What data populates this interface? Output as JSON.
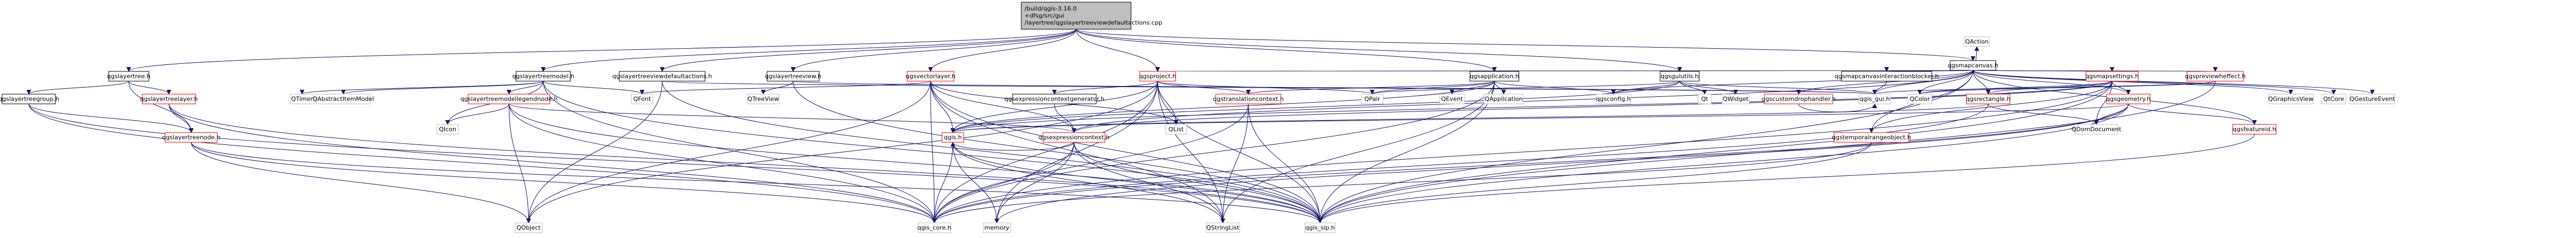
{
  "graph": {
    "colors": {
      "edge": "#191970",
      "root_fill": "#bfbfbf",
      "root_stroke": "#000000",
      "node_fill": "#ffffff",
      "node_stroke": "#000000",
      "link_stroke": "#ff0000",
      "ext_stroke": "#bfbfbf"
    },
    "nodes": [
      {
        "id": "root",
        "kind": "root",
        "lines": [
          "/build/qgis-3.16.0",
          "+dfsg/src/gui",
          "/layertree/qgslayertreeviewdefaultactions.cpp"
        ]
      },
      {
        "id": "qgslayertree_h",
        "kind": "normal",
        "lines": [
          "qgslayertree.h"
        ]
      },
      {
        "id": "qgslayertreegroup_h",
        "kind": "normal",
        "lines": [
          "qgslayertreegroup.h"
        ]
      },
      {
        "id": "qgslayertreelayer_h",
        "kind": "link",
        "lines": [
          "qgslayertreelayer.h"
        ]
      },
      {
        "id": "qgslayertreenode_h",
        "kind": "link",
        "lines": [
          "qgslayertreenode.h"
        ]
      },
      {
        "id": "qgslayertreemodel_h",
        "kind": "normal",
        "lines": [
          "qgslayertreemodel.h"
        ]
      },
      {
        "id": "QTimer",
        "kind": "ext",
        "lines": [
          "QTimer"
        ]
      },
      {
        "id": "QAbstractItemModel",
        "kind": "ext",
        "lines": [
          "QAbstractItemModel"
        ]
      },
      {
        "id": "qgslayertreemodellegendnode_h",
        "kind": "link",
        "lines": [
          "qgslayertreemodellegendnode.h"
        ]
      },
      {
        "id": "QIcon",
        "kind": "ext",
        "lines": [
          "QIcon"
        ]
      },
      {
        "id": "QObject",
        "kind": "ext",
        "lines": [
          "QObject"
        ]
      },
      {
        "id": "qgslayertreeviewdefaultactions_h",
        "kind": "normal",
        "lines": [
          "qgslayertreeviewdefaultactions.h"
        ]
      },
      {
        "id": "qgslayertreeview_h",
        "kind": "normal",
        "lines": [
          "qgslayertreeview.h"
        ]
      },
      {
        "id": "QTreeView",
        "kind": "ext",
        "lines": [
          "QTreeView"
        ]
      },
      {
        "id": "qgsvectorlayer_h",
        "kind": "link",
        "lines": [
          "qgsvectorlayer.h"
        ]
      },
      {
        "id": "QFont",
        "kind": "ext",
        "lines": [
          "QFont"
        ]
      },
      {
        "id": "qgsproject_h",
        "kind": "link",
        "lines": [
          "qgsproject.h"
        ]
      },
      {
        "id": "qgsexpressioncontextgenerator_h",
        "kind": "normal",
        "lines": [
          "qgsexpressioncontextgenerator.h"
        ]
      },
      {
        "id": "qgstranslationcontext_h",
        "kind": "link",
        "lines": [
          "qgstranslationcontext.h"
        ]
      },
      {
        "id": "QList",
        "kind": "ext",
        "lines": [
          "QList"
        ]
      },
      {
        "id": "qgsexpressioncontext_h",
        "kind": "link",
        "lines": [
          "qgsexpressioncontext.h"
        ]
      },
      {
        "id": "qgis_h",
        "kind": "link",
        "lines": [
          "qgis.h"
        ]
      },
      {
        "id": "memory",
        "kind": "ext",
        "lines": [
          "memory"
        ]
      },
      {
        "id": "qgis_core_h",
        "kind": "ext",
        "lines": [
          "qgis_core.h"
        ]
      },
      {
        "id": "QStringList",
        "kind": "ext",
        "lines": [
          "QStringList"
        ]
      },
      {
        "id": "qgis_sip_h",
        "kind": "ext",
        "lines": [
          "qgis_sip.h"
        ]
      },
      {
        "id": "qgsapplication_h",
        "kind": "normal",
        "lines": [
          "qgsapplication.h"
        ]
      },
      {
        "id": "QPair",
        "kind": "ext",
        "lines": [
          "QPair"
        ]
      },
      {
        "id": "QEvent",
        "kind": "ext",
        "lines": [
          "QEvent"
        ]
      },
      {
        "id": "QApplication",
        "kind": "ext",
        "lines": [
          "QApplication"
        ]
      },
      {
        "id": "qgsconfig_h",
        "kind": "ext",
        "lines": [
          "qgsconfig.h"
        ]
      },
      {
        "id": "qgsguiutils_h",
        "kind": "normal",
        "lines": [
          "qgsguiutils.h"
        ]
      },
      {
        "id": "Qt",
        "kind": "ext",
        "lines": [
          "Qt"
        ]
      },
      {
        "id": "QWidget",
        "kind": "ext",
        "lines": [
          "QWidget"
        ]
      },
      {
        "id": "qgis_gui_h",
        "kind": "ext",
        "lines": [
          "qgis_gui.h"
        ]
      },
      {
        "id": "qgsmapcanvas_h",
        "kind": "normal",
        "lines": [
          "qgsmapcanvas.h"
        ]
      },
      {
        "id": "QAction",
        "kind": "ext",
        "lines": [
          "QAction"
        ]
      },
      {
        "id": "qgscustomdrophandler_h",
        "kind": "link",
        "lines": [
          "qgscustomdrophandler.h"
        ]
      },
      {
        "id": "qgsmapcanvasinteractionblocker_h",
        "kind": "normal",
        "lines": [
          "qgsmapcanvasinteractionblocker.h"
        ]
      },
      {
        "id": "qgsmapsettings_h",
        "kind": "link",
        "lines": [
          "qgsmapsettings.h"
        ]
      },
      {
        "id": "qgspreviewheffect_h",
        "kind": "link",
        "lines": [
          "qgspreviewheffect.h"
        ]
      },
      {
        "id": "QColor",
        "kind": "ext",
        "lines": [
          "QColor"
        ]
      },
      {
        "id": "qgsrectangle_h",
        "kind": "link",
        "lines": [
          "qgsrectangle.h"
        ]
      },
      {
        "id": "qgsgeometry_h",
        "kind": "link",
        "lines": [
          "qgsgeometry.h"
        ]
      },
      {
        "id": "QDomDocument",
        "kind": "ext",
        "lines": [
          "QDomDocument"
        ]
      },
      {
        "id": "qgstemporalrangeobject_h",
        "kind": "link",
        "lines": [
          "qgstemporalrangeobject.h"
        ]
      },
      {
        "id": "qgsfeatureid_h",
        "kind": "link",
        "lines": [
          "qgsfeatureid.h"
        ]
      },
      {
        "id": "QGraphicsView",
        "kind": "ext",
        "lines": [
          "QGraphicsView"
        ]
      },
      {
        "id": "QtCore",
        "kind": "ext",
        "lines": [
          "QtCore"
        ]
      },
      {
        "id": "QGestureEvent",
        "kind": "ext",
        "lines": [
          "QGestureEvent"
        ]
      }
    ],
    "edges": [
      [
        "root",
        "qgslayertree_h"
      ],
      [
        "root",
        "qgslayertreemodel_h"
      ],
      [
        "root",
        "qgslayertreeviewdefaultactions_h"
      ],
      [
        "root",
        "qgslayertreeview_h"
      ],
      [
        "root",
        "qgsvectorlayer_h"
      ],
      [
        "root",
        "qgsproject_h"
      ],
      [
        "root",
        "qgsapplication_h"
      ],
      [
        "root",
        "qgsguiutils_h"
      ],
      [
        "root",
        "qgsmapcanvas_h"
      ],
      [
        "qgslayertree_h",
        "qgslayertreegroup_h"
      ],
      [
        "qgslayertree_h",
        "qgslayertreelayer_h"
      ],
      [
        "qgslayertree_h",
        "qgslayertreenode_h"
      ],
      [
        "qgslayertreegroup_h",
        "qgslayertreenode_h"
      ],
      [
        "qgslayertreegroup_h",
        "qgis_core_h"
      ],
      [
        "qgslayertreegroup_h",
        "qgis_sip_h"
      ],
      [
        "qgslayertreelayer_h",
        "qgslayertreenode_h"
      ],
      [
        "qgslayertreelayer_h",
        "qgis_core_h"
      ],
      [
        "qgslayertreelayer_h",
        "qgis_sip_h"
      ],
      [
        "qgslayertreenode_h",
        "QObject"
      ],
      [
        "qgslayertreenode_h",
        "qgis_core_h"
      ],
      [
        "qgslayertreenode_h",
        "qgis_sip_h"
      ],
      [
        "qgslayertreemodel_h",
        "QTimer"
      ],
      [
        "qgslayertreemodel_h",
        "QAbstractItemModel"
      ],
      [
        "qgslayertreemodel_h",
        "qgslayertreemodellegendnode_h"
      ],
      [
        "qgslayertreemodel_h",
        "QFont"
      ],
      [
        "qgslayertreemodel_h",
        "QIcon"
      ],
      [
        "qgslayertreemodel_h",
        "qgis_core_h"
      ],
      [
        "qgslayertreemodel_h",
        "qgis_sip_h"
      ],
      [
        "qgslayertreemodellegendnode_h",
        "QIcon"
      ],
      [
        "qgslayertreemodellegendnode_h",
        "QObject"
      ],
      [
        "qgslayertreemodellegendnode_h",
        "qgis_core_h"
      ],
      [
        "qgslayertreemodellegendnode_h",
        "qgis_sip_h"
      ],
      [
        "qgslayertreemodellegendnode_h",
        "qgsexpressioncontext_h"
      ],
      [
        "qgslayertreeviewdefaultactions_h",
        "QObject"
      ],
      [
        "qgslayertreeviewdefaultactions_h",
        "qgis_gui_h"
      ],
      [
        "qgslayertreeviewdefaultactions_h",
        "qgis_sip_h"
      ],
      [
        "qgslayertreeview_h",
        "QTreeView"
      ],
      [
        "qgslayertreeview_h",
        "qgis_gui_h"
      ],
      [
        "qgslayertreeview_h",
        "qgis_sip_h"
      ],
      [
        "qgsvectorlayer_h",
        "qgis_core_h"
      ],
      [
        "qgsvectorlayer_h",
        "qgis_sip_h"
      ],
      [
        "qgsvectorlayer_h",
        "QFont"
      ],
      [
        "qgsvectorlayer_h",
        "QList"
      ],
      [
        "qgsvectorlayer_h",
        "QObject"
      ],
      [
        "qgsvectorlayer_h",
        "QStringList"
      ],
      [
        "qgsvectorlayer_h",
        "qgis_h"
      ],
      [
        "qgsvectorlayer_h",
        "qgsexpressioncontext_h"
      ],
      [
        "qgsproject_h",
        "memory"
      ],
      [
        "qgsproject_h",
        "QList"
      ],
      [
        "qgsproject_h",
        "QPair"
      ],
      [
        "qgsproject_h",
        "qgis_core_h"
      ],
      [
        "qgsproject_h",
        "QStringList"
      ],
      [
        "qgsproject_h",
        "qgsexpressioncontextgenerator_h"
      ],
      [
        "qgsproject_h",
        "qgstranslationcontext_h"
      ],
      [
        "qgsproject_h",
        "qgis_h"
      ],
      [
        "qgsproject_h",
        "qgis_sip_h"
      ],
      [
        "qgsproject_h",
        "QObject"
      ],
      [
        "qgsexpressioncontextgenerator_h",
        "qgsexpressioncontext_h"
      ],
      [
        "qgstranslationcontext_h",
        "qgis_core_h"
      ],
      [
        "qgstranslationcontext_h",
        "qgis_sip_h"
      ],
      [
        "qgstranslationcontext_h",
        "QStringList"
      ],
      [
        "qgsexpressioncontext_h",
        "qgis_core_h"
      ],
      [
        "qgsexpressioncontext_h",
        "qgis_sip_h"
      ],
      [
        "qgsexpressioncontext_h",
        "QStringList"
      ],
      [
        "qgsexpressioncontext_h",
        "memory"
      ],
      [
        "qgsexpressioncontext_h",
        "qgis_h"
      ],
      [
        "qgis_h",
        "memory"
      ],
      [
        "qgis_h",
        "qgis_core_h"
      ],
      [
        "qgis_h",
        "qgis_sip_h"
      ],
      [
        "qgis_h",
        "QStringList"
      ],
      [
        "qgsapplication_h",
        "QApplication"
      ],
      [
        "qgsapplication_h",
        "QEvent"
      ],
      [
        "qgsapplication_h",
        "QStringList"
      ],
      [
        "qgsapplication_h",
        "qgis_core_h"
      ],
      [
        "qgsapplication_h",
        "qgsconfig_h"
      ],
      [
        "qgsapplication_h",
        "qgstranslationcontext_h"
      ],
      [
        "qgsapplication_h",
        "qgis_h"
      ],
      [
        "qgsapplication_h",
        "QPair"
      ],
      [
        "qgsapplication_h",
        "qgis_sip_h"
      ],
      [
        "qgsguiutils_h",
        "Qt"
      ],
      [
        "qgsguiutils_h",
        "QWidget"
      ],
      [
        "qgsguiutils_h",
        "qgis_gui_h"
      ],
      [
        "qgsguiutils_h",
        "QPair"
      ],
      [
        "qgsguiutils_h",
        "qgsconfig_h"
      ],
      [
        "qgsguiutils_h",
        "qgis_h"
      ],
      [
        "qgsmapcanvas_h",
        "QAction"
      ],
      [
        "qgsmapcanvas_h",
        "qgscustomdrophandler_h"
      ],
      [
        "qgsmapcanvas_h",
        "qgsmapcanvasinteractionblocker_h"
      ],
      [
        "qgsmapcanvas_h",
        "qgsmapsettings_h"
      ],
      [
        "qgsmapcanvas_h",
        "qgspreviewheffect_h"
      ],
      [
        "qgsmapcanvas_h",
        "qgsconfig_h"
      ],
      [
        "qgsmapcanvas_h",
        "qgis_gui_h"
      ],
      [
        "qgsmapcanvas_h",
        "QGraphicsView"
      ],
      [
        "qgsmapcanvas_h",
        "QtCore"
      ],
      [
        "qgsmapcanvas_h",
        "QGestureEvent"
      ],
      [
        "qgsmapcanvas_h",
        "qgsrectangle_h"
      ],
      [
        "qgsmapcanvas_h",
        "qgsgeometry_h"
      ],
      [
        "qgsmapcanvas_h",
        "qgsfeatureid_h"
      ],
      [
        "qgsmapcanvas_h",
        "qgis_sip_h"
      ],
      [
        "qgsmapcanvas_h",
        "qgsexpressioncontext_h"
      ],
      [
        "qgsmapcanvas_h",
        "qgstemporalrangeobject_h"
      ],
      [
        "qgsmapcanvas_h",
        "qgsproject_h"
      ],
      [
        "qgsmapcanvas_h",
        "QColor"
      ],
      [
        "qgscustomdrophandler_h",
        "qgis_gui_h"
      ],
      [
        "qgsmapcanvasinteractionblocker_h",
        "qgis_gui_h"
      ],
      [
        "qgsmapsettings_h",
        "QColor"
      ],
      [
        "qgsmapsettings_h",
        "qgsrectangle_h"
      ],
      [
        "qgsmapsettings_h",
        "qgsgeometry_h"
      ],
      [
        "qgsmapsettings_h",
        "qgis_core_h"
      ],
      [
        "qgsmapsettings_h",
        "qgis_sip_h"
      ],
      [
        "qgsmapsettings_h",
        "QDomDocument"
      ],
      [
        "qgsmapsettings_h",
        "qgstemporalrangeobject_h"
      ],
      [
        "qgsmapsettings_h",
        "qgis_h"
      ],
      [
        "qgsmapsettings_h",
        "qgsexpressioncontext_h"
      ],
      [
        "qgspreviewheffect_h",
        "qgis_gui_h"
      ],
      [
        "qgspreviewheffect_h",
        "qgis_sip_h"
      ],
      [
        "qgspreviewheffect_h",
        "QColor"
      ],
      [
        "qgsrectangle_h",
        "qgis_core_h"
      ],
      [
        "qgsrectangle_h",
        "qgis_h"
      ],
      [
        "qgsrectangle_h",
        "QDomDocument"
      ],
      [
        "qgsgeometry_h",
        "QDomDocument"
      ],
      [
        "qgsgeometry_h",
        "qgis_core_h"
      ],
      [
        "qgsgeometry_h",
        "qgis_sip_h"
      ],
      [
        "qgsgeometry_h",
        "qgis_h"
      ],
      [
        "qgsgeometry_h",
        "qgsfeatureid_h"
      ],
      [
        "qgsgeometry_h",
        "memory"
      ],
      [
        "qgstemporalrangeobject_h",
        "qgis_core_h"
      ],
      [
        "qgstemporalrangeobject_h",
        "qgis_sip_h"
      ],
      [
        "qgsfeatureid_h",
        "qgis_sip_h"
      ]
    ]
  }
}
